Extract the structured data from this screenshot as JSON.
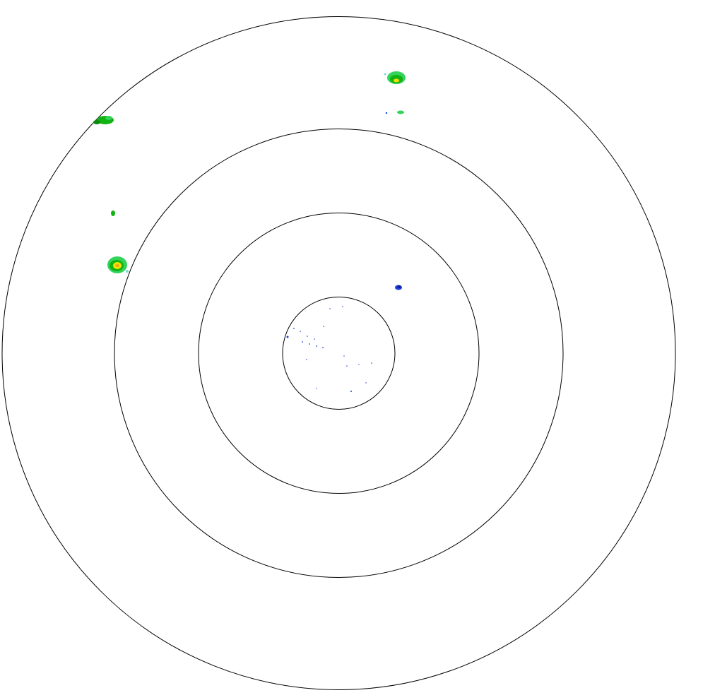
{
  "display": {
    "type": "radar-ppi",
    "background_color": "#ffffff",
    "ring_color": "#000000",
    "range_ring_count": 4
  },
  "reflectivity_palette": {
    "light_cyan": "#7fd8d8",
    "light_green": "#34d35a",
    "green": "#12b312",
    "dark_green": "#0a8a0a",
    "yellow": "#f0e000",
    "orange": "#f0a020",
    "blue": "#1c3fd8",
    "dark_blue": "#0a1aa0"
  },
  "echoes": [
    {
      "name": "cell-north-northeast",
      "intensity": "moderate",
      "colors": [
        "light_green",
        "green",
        "yellow"
      ]
    },
    {
      "name": "small-echo-north-northeast",
      "intensity": "light",
      "colors": [
        "light_green"
      ]
    },
    {
      "name": "cell-northwest",
      "intensity": "light",
      "colors": [
        "green",
        "dark_green"
      ]
    },
    {
      "name": "small-echo-west-northwest",
      "intensity": "light",
      "colors": [
        "green"
      ]
    },
    {
      "name": "cell-west",
      "intensity": "moderate",
      "colors": [
        "light_green",
        "green",
        "yellow",
        "orange"
      ]
    },
    {
      "name": "echo-east-northeast",
      "intensity": "weak",
      "colors": [
        "blue",
        "dark_blue"
      ]
    },
    {
      "name": "ground-clutter-center",
      "intensity": "weak",
      "colors": [
        "blue"
      ]
    }
  ]
}
